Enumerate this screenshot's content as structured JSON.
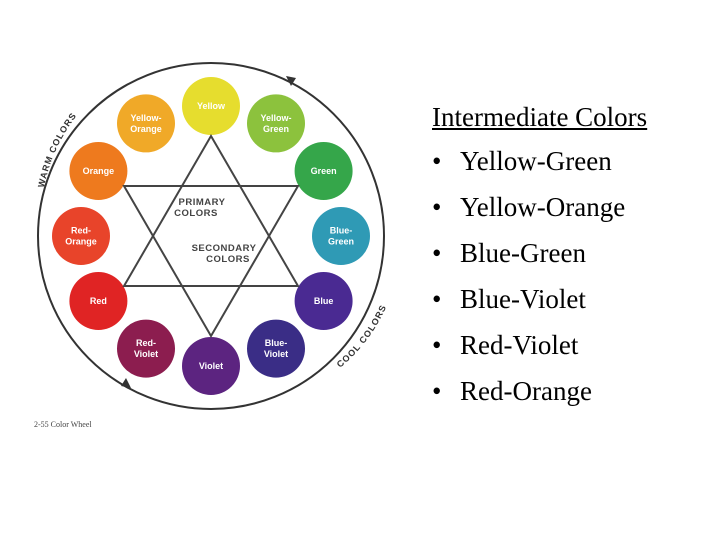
{
  "wheel": {
    "primary_label": [
      "PRIMARY",
      "COLORS"
    ],
    "secondary_label": [
      "SECONDARY",
      "COLORS"
    ],
    "warm_label": "WARM COLORS",
    "cool_label": "COOL COLORS",
    "caption": "2-55 Color Wheel",
    "swatches": [
      {
        "lines": [
          "Yellow"
        ],
        "color": "#e6dd2e",
        "text_color": "#2b2b2b"
      },
      {
        "lines": [
          "Yellow-",
          "Green"
        ],
        "color": "#8cc23d",
        "text_color": "#2b2b2b"
      },
      {
        "lines": [
          "Green"
        ],
        "color": "#35a64a",
        "text_color": "#ffffff"
      },
      {
        "lines": [
          "Blue-",
          "Green"
        ],
        "color": "#2f9ab5",
        "text_color": "#ffffff"
      },
      {
        "lines": [
          "Blue"
        ],
        "color": "#4a2a92",
        "text_color": "#ffffff"
      },
      {
        "lines": [
          "Blue-",
          "Violet"
        ],
        "color": "#3a2d86",
        "text_color": "#ffffff"
      },
      {
        "lines": [
          "Violet"
        ],
        "color": "#5c2480",
        "text_color": "#ffffff"
      },
      {
        "lines": [
          "Red-",
          "Violet"
        ],
        "color": "#8c1d4f",
        "text_color": "#ffffff"
      },
      {
        "lines": [
          "Red"
        ],
        "color": "#e02424",
        "text_color": "#ffffff"
      },
      {
        "lines": [
          "Red-",
          "Orange"
        ],
        "color": "#e8442a",
        "text_color": "#ffffff"
      },
      {
        "lines": [
          "Orange"
        ],
        "color": "#ee7a1e",
        "text_color": "#ffffff"
      },
      {
        "lines": [
          "Yellow-",
          "Orange"
        ],
        "color": "#f0a928",
        "text_color": "#2b2b2b"
      }
    ]
  },
  "list": {
    "heading": "Intermediate Colors",
    "bullet": "•",
    "items": [
      "Yellow-Green",
      "Yellow-Orange",
      "Blue-Green",
      "Blue-Violet",
      "Red-Violet",
      "Red-Orange"
    ]
  }
}
